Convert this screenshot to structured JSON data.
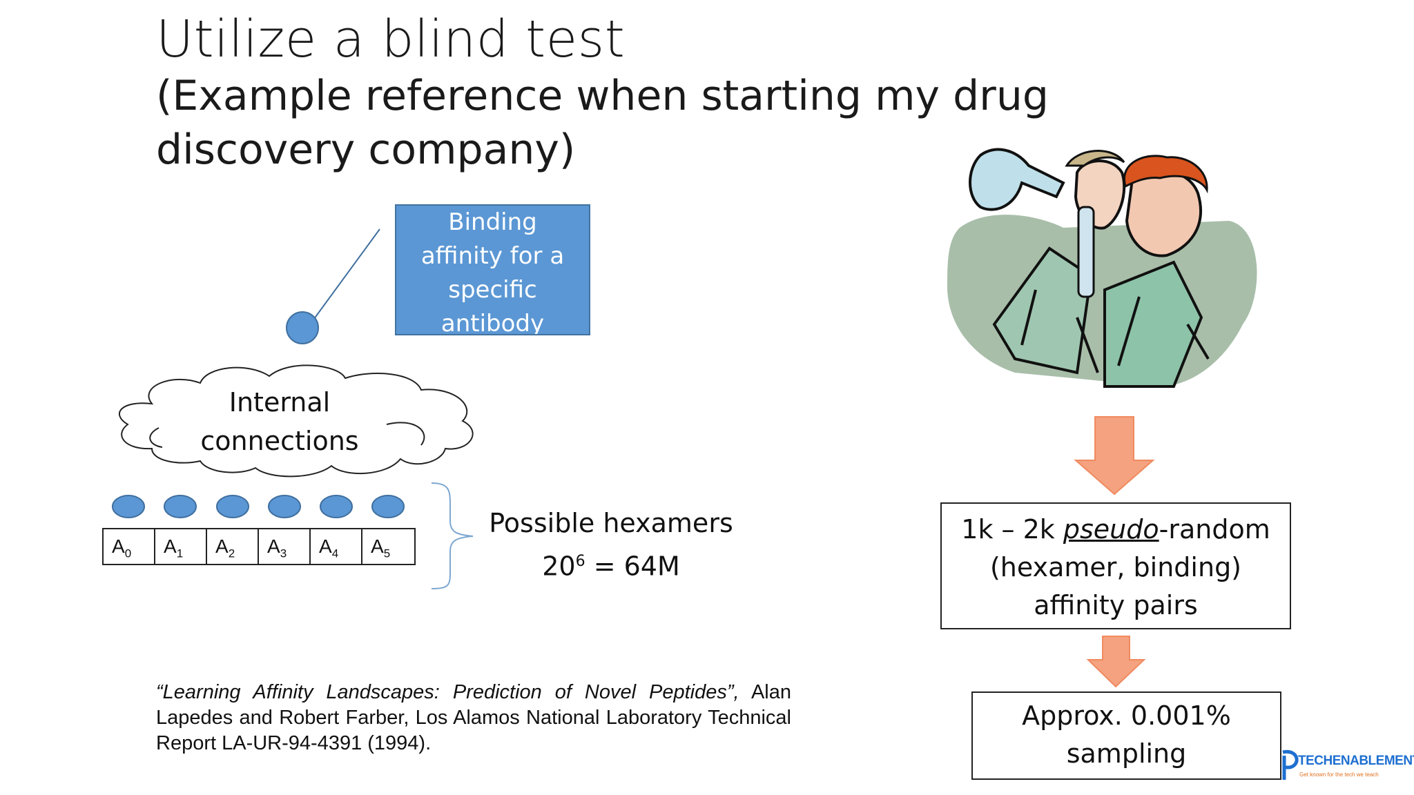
{
  "slide": {
    "title": "Utilize a blind test",
    "subtitle": "(Example reference when starting my drug discovery company)"
  },
  "callout": {
    "line1": "Binding",
    "line2": "affinity for a",
    "line3": "specific",
    "line4": "antibody",
    "fill_color": "#5b97d4"
  },
  "cloud": {
    "line1": "Internal",
    "line2": "connections"
  },
  "hexamer_cells": [
    {
      "base": "A",
      "sub": "0"
    },
    {
      "base": "A",
      "sub": "1"
    },
    {
      "base": "A",
      "sub": "2"
    },
    {
      "base": "A",
      "sub": "3"
    },
    {
      "base": "A",
      "sub": "4"
    },
    {
      "base": "A",
      "sub": "5"
    }
  ],
  "hexamers": {
    "label": "Possible hexamers",
    "base": "20",
    "exponent": "6",
    "result": " = 64M"
  },
  "citation": {
    "title_quoted": "“Learning Affinity Landscapes: Prediction of Novel Peptides”,",
    "rest": " Alan Lapedes and Robert Farber, Los Alamos National Laboratory Technical Report LA-UR-94-4391 (1994)."
  },
  "flow": {
    "box1_prefix": "1k – 2k ",
    "box1_italic": "pseudo",
    "box1_suffix": "-random",
    "box1_line2": "(hexamer, binding)",
    "box1_line3": "affinity pairs",
    "box2_line1": "Approx. 0.001%",
    "box2_line2": "sampling",
    "arrow_color": "#f4a27f"
  },
  "logo": {
    "name": "TECHENABLEMENT",
    "tagline": "Get known for the tech we teach"
  },
  "colors": {
    "bead": "#5b97d4",
    "bead_stroke": "#3f6f9f",
    "brace": "#7da7d0"
  }
}
